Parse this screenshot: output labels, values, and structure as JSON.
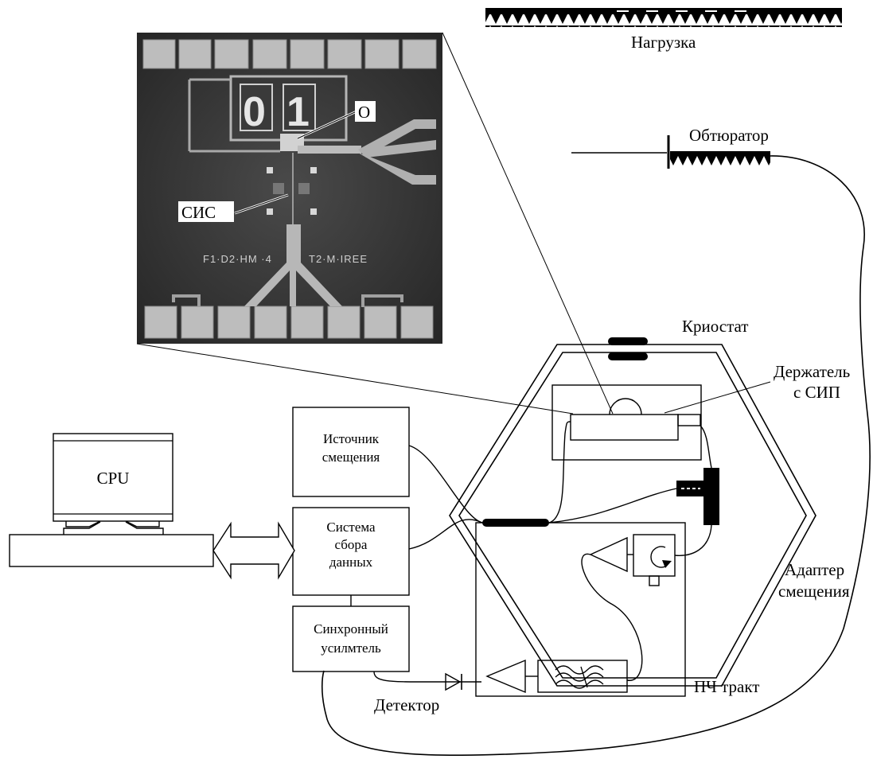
{
  "labels": {
    "load": "Нагрузка",
    "shutter": "Обтюратор",
    "cryostat": "Криостат",
    "holder_line1": "Держатель",
    "holder_line2": "с СИП",
    "bias_adapter_line1": "Адаптер",
    "bias_adapter_line2": "смещения",
    "if_chain": "ПЧ тракт",
    "detector": "Детектор",
    "cpu": "CPU",
    "bias_source_line1": "Источник",
    "bias_source_line2": "смещения",
    "daq_line1": "Система",
    "daq_line2": "сбора",
    "daq_line3": "данных",
    "lockin_line1": "Синхронный",
    "lockin_line2": "усилмтель"
  },
  "chip_photo": {
    "callout_o": "О",
    "callout_sis": "СИС",
    "digit_left": "0",
    "digit_right": "1",
    "marking_left": "F1·D2·HM ·4",
    "marking_right": "T2·M·IREE"
  }
}
